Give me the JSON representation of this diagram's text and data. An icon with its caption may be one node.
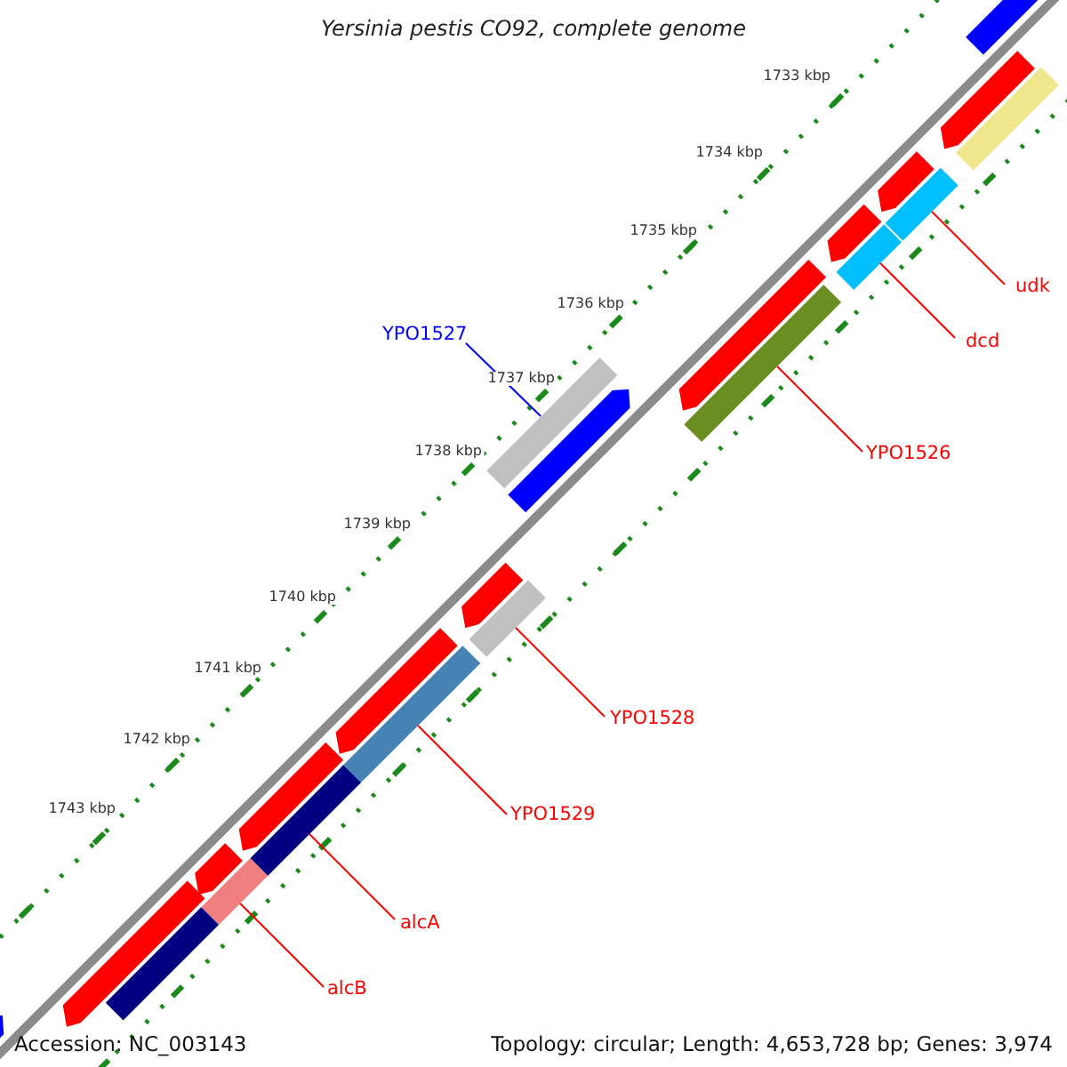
{
  "diagram": {
    "title": "Yersinia pestis CO92, complete genome",
    "nodes": [
      {
        "text": [
          "udk"
        ]
      },
      {
        "text": [
          "dcd"
        ]
      },
      {
        "text": [
          "YPO1526"
        ]
      },
      {
        "text": [
          "YPO1527"
        ]
      },
      {
        "text": [
          "YPO1528"
        ]
      },
      {
        "text": [
          "YPO1529"
        ]
      },
      {
        "text": [
          "alcA"
        ]
      },
      {
        "text": [
          "alcB"
        ]
      },
      {
        "text": [],
        "shape": "arrow"
      },
      {
        "text": [],
        "shape": "arrow"
      },
      {
        "text": [],
        "shape": "bar"
      },
      {
        "text": [],
        "shape": "arrow"
      },
      {
        "text": [],
        "shape": "bar"
      },
      {
        "text": [],
        "shape": "arrow"
      },
      {
        "text": [],
        "shape": "bar"
      },
      {
        "text": [],
        "shape": "arrow"
      },
      {
        "text": [],
        "shape": "bar"
      },
      {
        "text": [],
        "shape": "bar"
      },
      {
        "text": [],
        "shape": "arrow"
      },
      {
        "text": [],
        "shape": "arrow"
      },
      {
        "text": [],
        "shape": "bar"
      },
      {
        "text": [],
        "shape": "arrow"
      },
      {
        "text": [],
        "shape": "bar"
      },
      {
        "text": [],
        "shape": "arrow"
      },
      {
        "text": [],
        "shape": "bar"
      },
      {
        "text": [],
        "shape": "arrow"
      },
      {
        "text": [],
        "shape": "bar"
      },
      {
        "text": [],
        "shape": "arrow"
      },
      {
        "text": [],
        "shape": "bar"
      },
      {
        "text": [],
        "shape": "arrow"
      }
    ],
    "edges": [
      {
        "from": 0,
        "to": 12,
        "arrow": "none"
      },
      {
        "from": 1,
        "to": 14,
        "arrow": "none"
      },
      {
        "from": 2,
        "to": 16,
        "arrow": "none"
      },
      {
        "from": 3,
        "to": 17,
        "arrow": "none",
        "color": "#0000ff"
      },
      {
        "from": 4,
        "to": 20,
        "arrow": "none"
      },
      {
        "from": 5,
        "to": 22,
        "arrow": "none"
      },
      {
        "from": 6,
        "to": 24,
        "arrow": "none"
      },
      {
        "from": 7,
        "to": 26,
        "arrow": "none"
      }
    ],
    "labels": [
      "1733 kbp",
      "1734 kbp",
      "1735 kbp",
      "1736 kbp",
      "1737 kbp",
      "1738 kbp",
      "1739 kbp",
      "1740 kbp",
      "1741 kbp",
      "1742 kbp",
      "1743 kbp",
      "Accession: NC_003143",
      "Topology: circular; Length: 4,653,728 bp; Genes: 3,974"
    ]
  }
}
